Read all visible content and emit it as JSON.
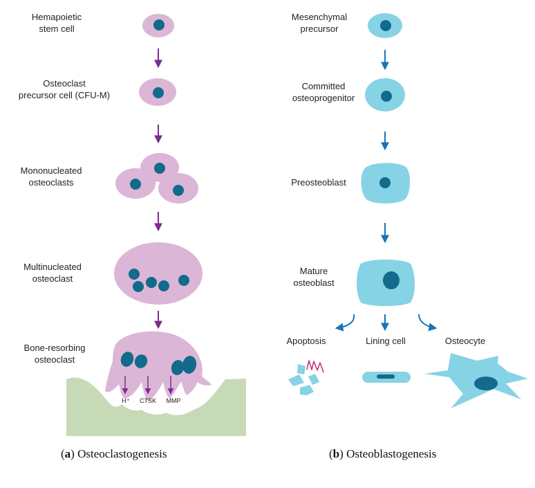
{
  "colors": {
    "osteoclast_fill": "#dcb6d6",
    "osteoblast_fill": "#86d3e5",
    "nucleus": "#126a8c",
    "arrow_clast": "#7b2d8e",
    "arrow_blast": "#1874b8",
    "bone": "#c7dab8",
    "apoptosis_fragment": "#86d3e5",
    "apoptosis_squiggle": "#c4357a"
  },
  "osteoclastogenesis": {
    "stages": [
      {
        "line1": "Hemapoietic",
        "line2": "stem cell"
      },
      {
        "line1": "Osteoclast",
        "line2": "precursor cell (CFU-M)"
      },
      {
        "line1": "Mononucleated",
        "line2": "osteoclasts"
      },
      {
        "line1": "Multinucleated",
        "line2": "osteoclast"
      },
      {
        "line1": "Bone-resorbing",
        "line2": "osteoclast"
      }
    ],
    "secretions": {
      "hplus": "H⁺",
      "ctsk": "CTSK",
      "mmp": "MMP"
    },
    "caption": {
      "letter": "a",
      "title": "Osteoclastogenesis"
    }
  },
  "osteoblastogenesis": {
    "stages": [
      {
        "line1": "Mesenchymal",
        "line2": "precursor"
      },
      {
        "line1": "Committed",
        "line2": "osteoprogenitor"
      },
      {
        "line1": "Preosteoblast",
        "line2": ""
      },
      {
        "line1": "Mature",
        "line2": "osteoblast"
      }
    ],
    "fates": {
      "apoptosis": "Apoptosis",
      "lining": "Lining cell",
      "osteocyte": "Osteocyte"
    },
    "caption": {
      "letter": "b",
      "title": "Osteoblastogenesis"
    }
  }
}
